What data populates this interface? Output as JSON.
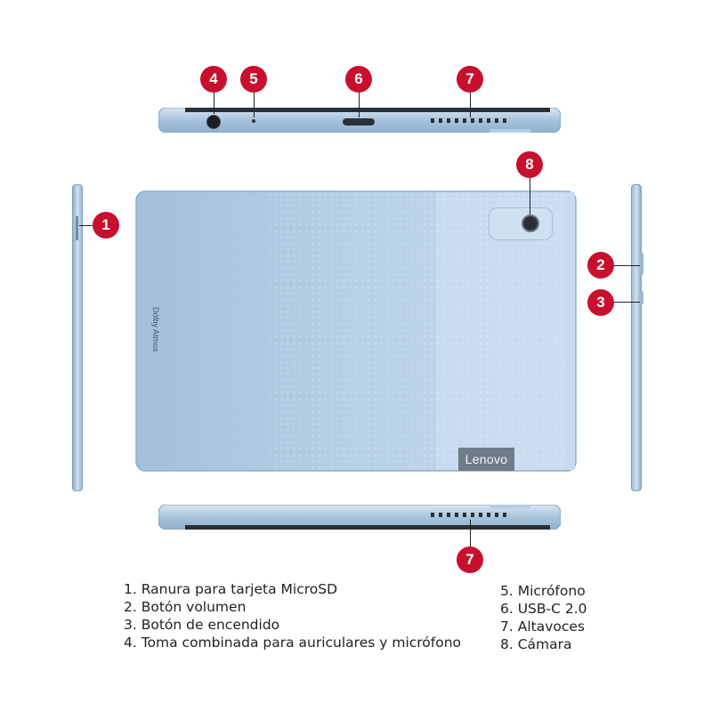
{
  "colors": {
    "marker": "#c8102e",
    "device_frame": "#a9c4de",
    "device_back_light": "#c5dbee",
    "logo_badge": "#6f7c89"
  },
  "device": {
    "brand_logo": "Lenovo",
    "audio_logo": "Dolby Atmos"
  },
  "markers": [
    "1",
    "2",
    "3",
    "4",
    "5",
    "6",
    "7",
    "7",
    "8"
  ],
  "legend": {
    "col1": [
      "1.  Ranura para tarjeta MicroSD",
      "2. Botón volumen",
      "3. Botón de encendido",
      "4. Toma combinada para auriculares y micrófono"
    ],
    "col2": [
      "5. Micrófono",
      "6. USB-C 2.0",
      "7. Altavoces",
      "8. Cámara"
    ]
  }
}
